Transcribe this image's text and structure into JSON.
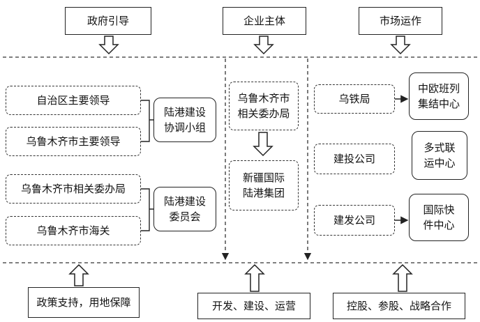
{
  "header": {
    "government": "政府引导",
    "enterprise": "企业主体",
    "market": "市场运作"
  },
  "government": {
    "group1": {
      "item1": "自治区主要领导",
      "item2": "乌鲁木齐市主要领导",
      "hub": "陆港建设\n协调小组"
    },
    "group2": {
      "item1": "乌鲁木齐市相关委办局",
      "item2": "乌鲁木齐市海关",
      "hub": "陆港建设\n委员会"
    }
  },
  "enterprise": {
    "top": "乌鲁木齐市\n相关委办局",
    "bottom": "新疆国际\n陆港集团"
  },
  "market": {
    "row1": {
      "left": "乌铁局",
      "right": "中欧班列\n集结中心"
    },
    "row2": {
      "left": "建投公司",
      "right": "多式联\n运中心"
    },
    "row3": {
      "left": "建发公司",
      "right": "国际快\n件中心"
    }
  },
  "footer": {
    "government": "政策支持，用地保障",
    "enterprise": "开发、建设、运营",
    "market": "控股、参股、战略合作"
  }
}
